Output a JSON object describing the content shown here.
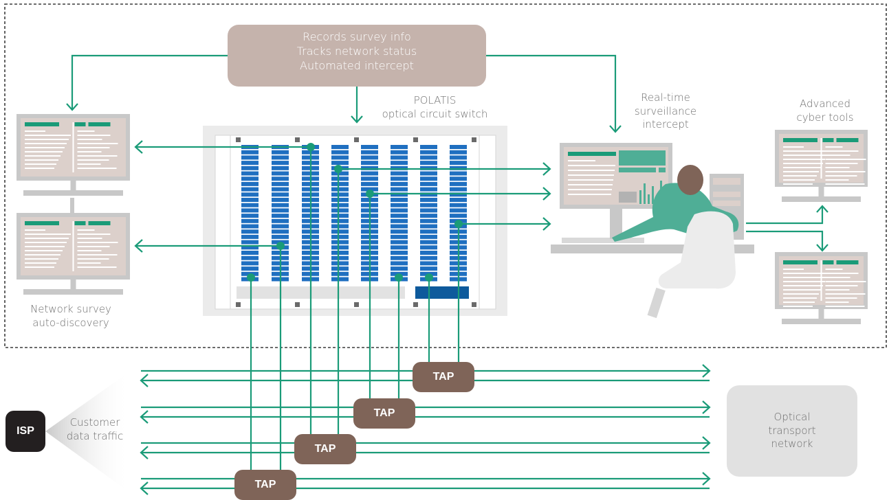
{
  "records_box": {
    "lines": [
      "Records survey info",
      "Tracks network status",
      "Automated intercept"
    ]
  },
  "switch": {
    "title_lines": [
      "POLATIS",
      "optical circuit switch"
    ]
  },
  "surveillance": {
    "lines": [
      "Real-time",
      "surveillance",
      "intercept"
    ]
  },
  "cyber": {
    "lines": [
      "Advanced",
      "cyber tools"
    ]
  },
  "survey": {
    "lines": [
      "Network survey",
      "auto-discovery"
    ]
  },
  "customer": {
    "lines": [
      "Customer",
      "data traffic"
    ]
  },
  "isp": {
    "label": "ISP"
  },
  "transport": {
    "lines": [
      "Optical",
      "transport",
      "network"
    ]
  },
  "taps": [
    {
      "label": "TAP"
    },
    {
      "label": "TAP"
    },
    {
      "label": "TAP"
    },
    {
      "label": "TAP"
    }
  ],
  "colors": {
    "green": "#1a9b78",
    "brown": "#7f6458",
    "taupe": "#c5b3ac",
    "blue": "#1f6fc0",
    "dark": "#231f20"
  }
}
